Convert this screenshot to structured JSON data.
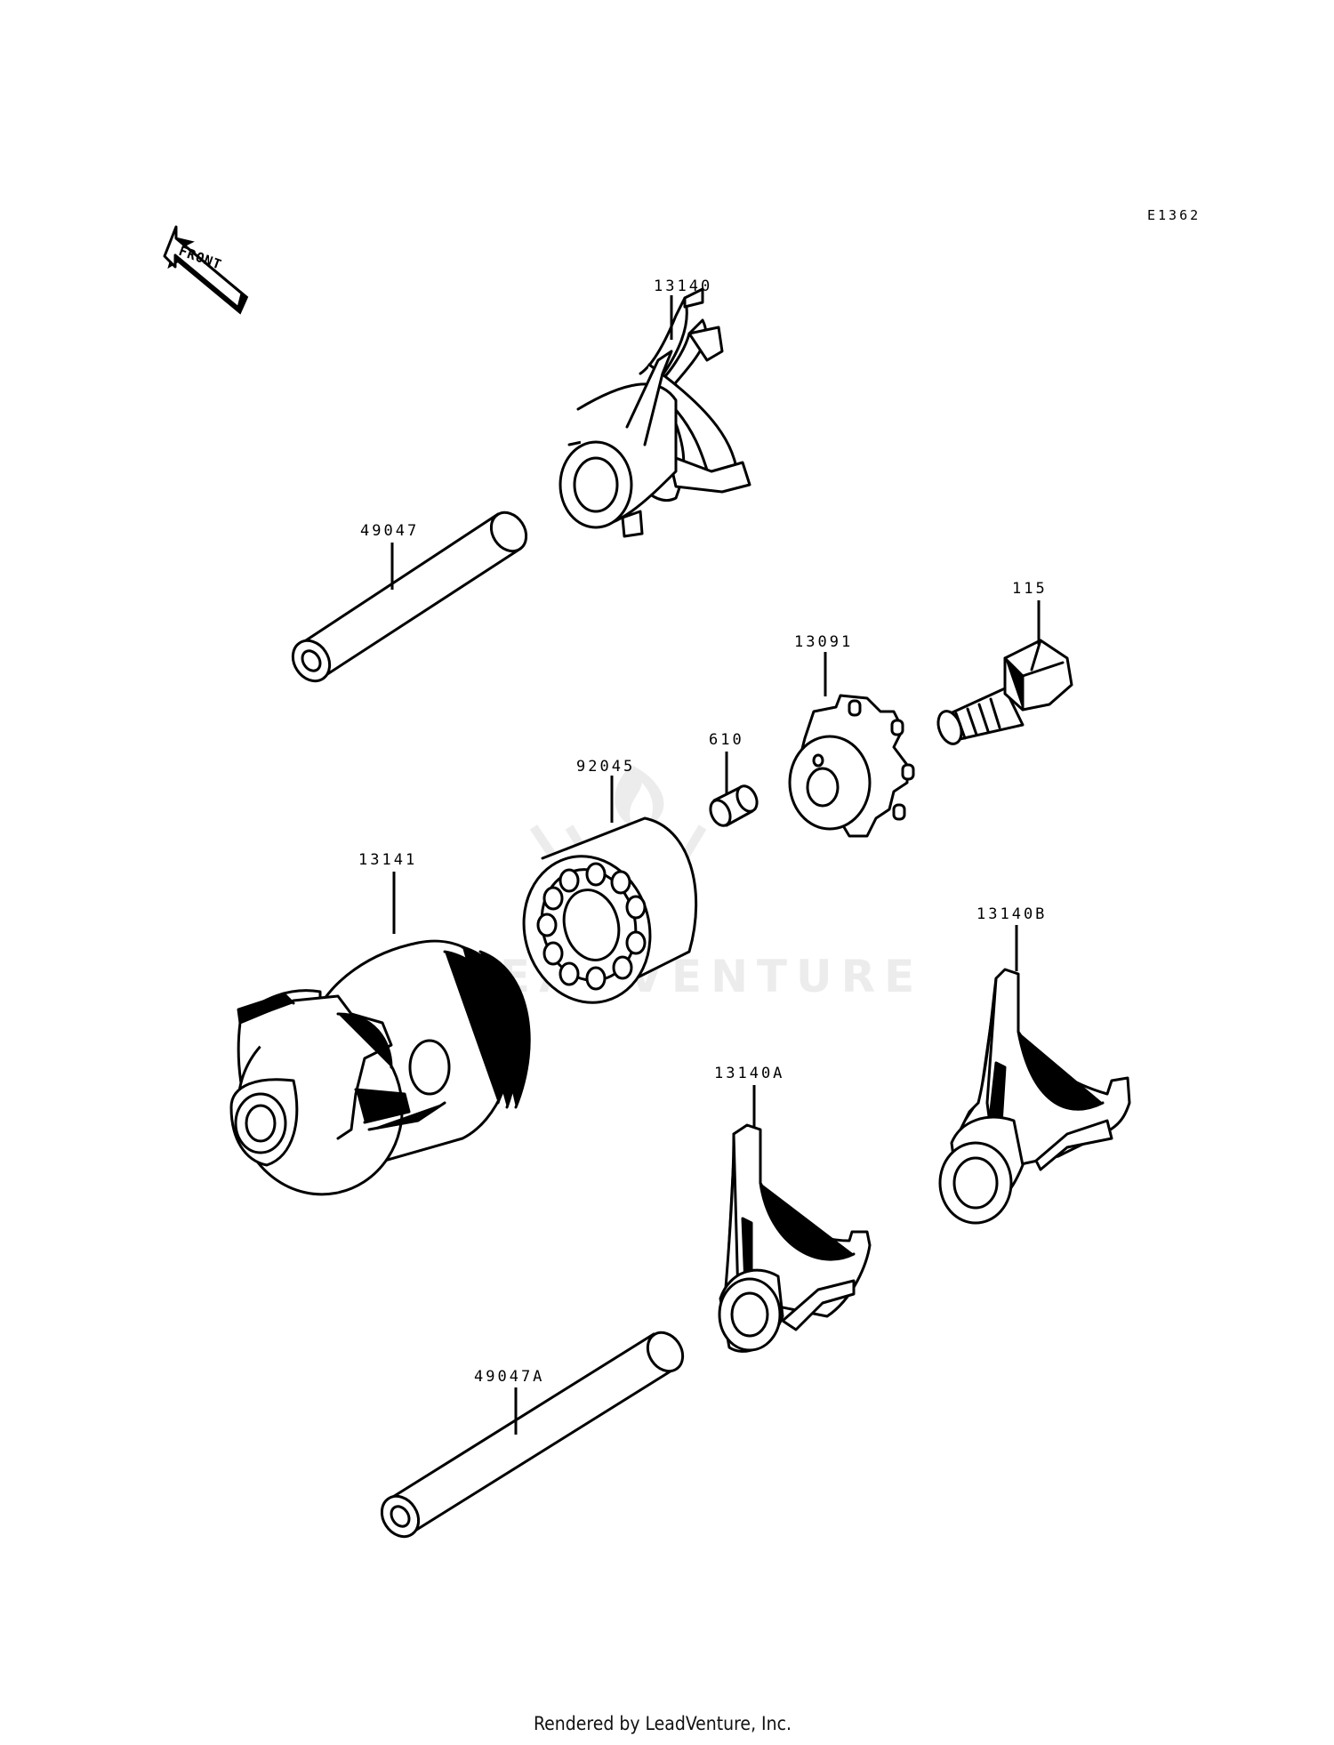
{
  "diagram": {
    "code": "E1362",
    "front_label": "FRONT",
    "watermark": "LEADVENTURE",
    "footer": "Rendered by LeadVenture, Inc."
  },
  "parts": [
    {
      "id": "13140",
      "label": "13140"
    },
    {
      "id": "49047",
      "label": "49047"
    },
    {
      "id": "115",
      "label": "115"
    },
    {
      "id": "13091",
      "label": "13091"
    },
    {
      "id": "610",
      "label": "610"
    },
    {
      "id": "92045",
      "label": "92045"
    },
    {
      "id": "13141",
      "label": "13141"
    },
    {
      "id": "13140B",
      "label": "13140B"
    },
    {
      "id": "13140A",
      "label": "13140A"
    },
    {
      "id": "49047A",
      "label": "49047A"
    }
  ]
}
